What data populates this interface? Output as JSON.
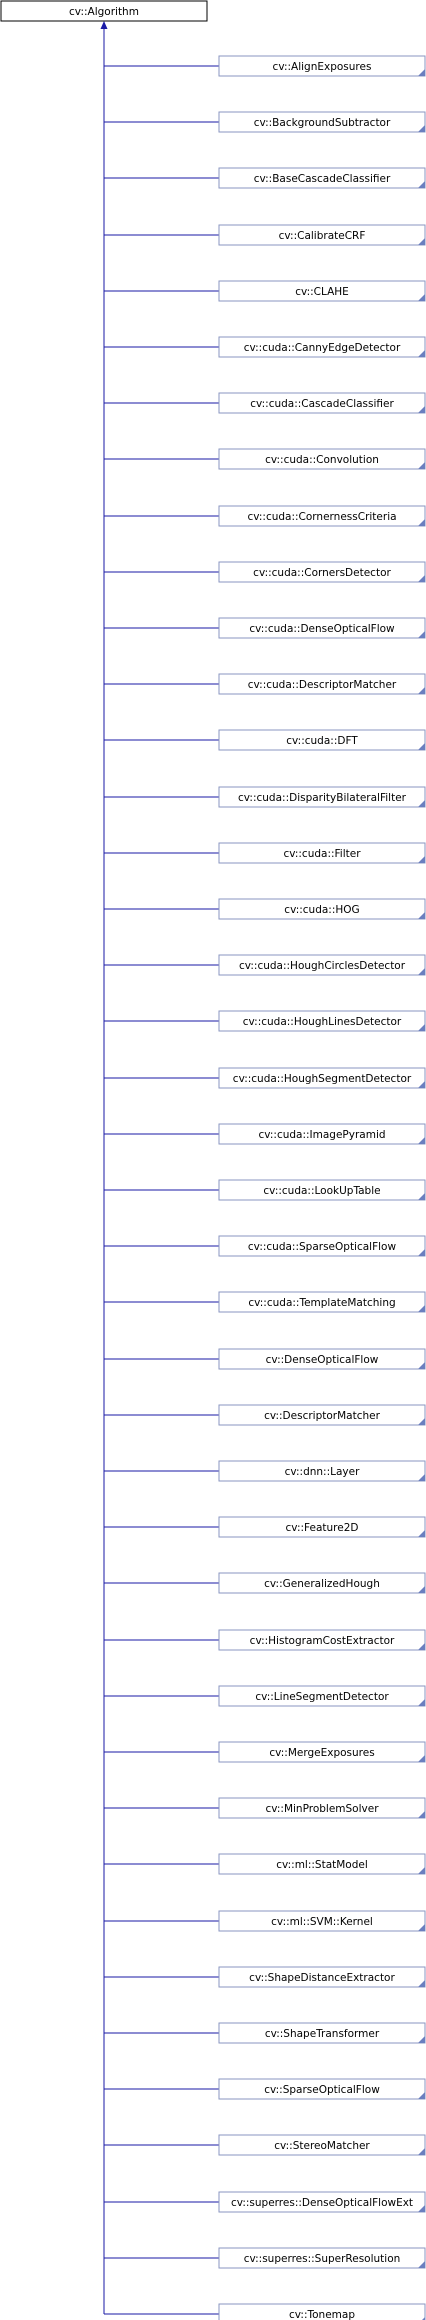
{
  "base_class": "cv::Algorithm",
  "derived_classes": [
    "cv::AlignExposures",
    "cv::BackgroundSubtractor",
    "cv::BaseCascadeClassifier",
    "cv::CalibrateCRF",
    "cv::CLAHE",
    "cv::cuda::CannyEdgeDetector",
    "cv::cuda::CascadeClassifier",
    "cv::cuda::Convolution",
    "cv::cuda::CornernessCriteria",
    "cv::cuda::CornersDetector",
    "cv::cuda::DenseOpticalFlow",
    "cv::cuda::DescriptorMatcher",
    "cv::cuda::DFT",
    "cv::cuda::DisparityBilateralFilter",
    "cv::cuda::Filter",
    "cv::cuda::HOG",
    "cv::cuda::HoughCirclesDetector",
    "cv::cuda::HoughLinesDetector",
    "cv::cuda::HoughSegmentDetector",
    "cv::cuda::ImagePyramid",
    "cv::cuda::LookUpTable",
    "cv::cuda::SparseOpticalFlow",
    "cv::cuda::TemplateMatching",
    "cv::DenseOpticalFlow",
    "cv::DescriptorMatcher",
    "cv::dnn::Layer",
    "cv::Feature2D",
    "cv::GeneralizedHough",
    "cv::HistogramCostExtractor",
    "cv::LineSegmentDetector",
    "cv::MergeExposures",
    "cv::MinProblemSolver",
    "cv::ml::StatModel",
    "cv::ml::SVM::Kernel",
    "cv::ShapeDistanceExtractor",
    "cv::ShapeTransformer",
    "cv::SparseOpticalFlow",
    "cv::StereoMatcher",
    "cv::superres::DenseOpticalFlowExt",
    "cv::superres::SuperResolution",
    "cv::Tonemap"
  ],
  "colors": {
    "line": "#1a1aa6",
    "node_border": "#8a96c0",
    "base_border": "#000000",
    "corner": "#6b7fbf"
  }
}
